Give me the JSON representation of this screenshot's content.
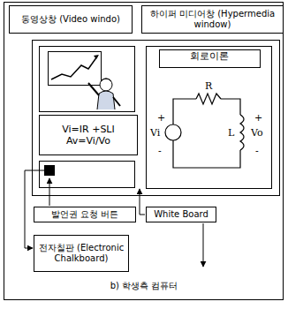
{
  "diagram": {
    "caption": "b) 학생측 컴퓨터",
    "nodes": [
      {
        "text": [
          "동영상창 (Video windo)"
        ]
      },
      {
        "text": [
          "하이퍼 미디어창 (Hypermedia window)"
        ]
      },
      {
        "text": [
          "Vi=IR +SLI Av=Vi/Vo"
        ]
      },
      {
        "text": [
          "회로이론"
        ]
      },
      {
        "text": [
          "발언권 요청 버튼"
        ]
      },
      {
        "text": [
          "White Board"
        ]
      },
      {
        "text": [
          "전자칠판 (Electronic Chalkboard)"
        ]
      }
    ],
    "labels": [
      "R",
      "+",
      "Vi",
      "-",
      "L",
      "+",
      "Vo",
      "-"
    ]
  }
}
